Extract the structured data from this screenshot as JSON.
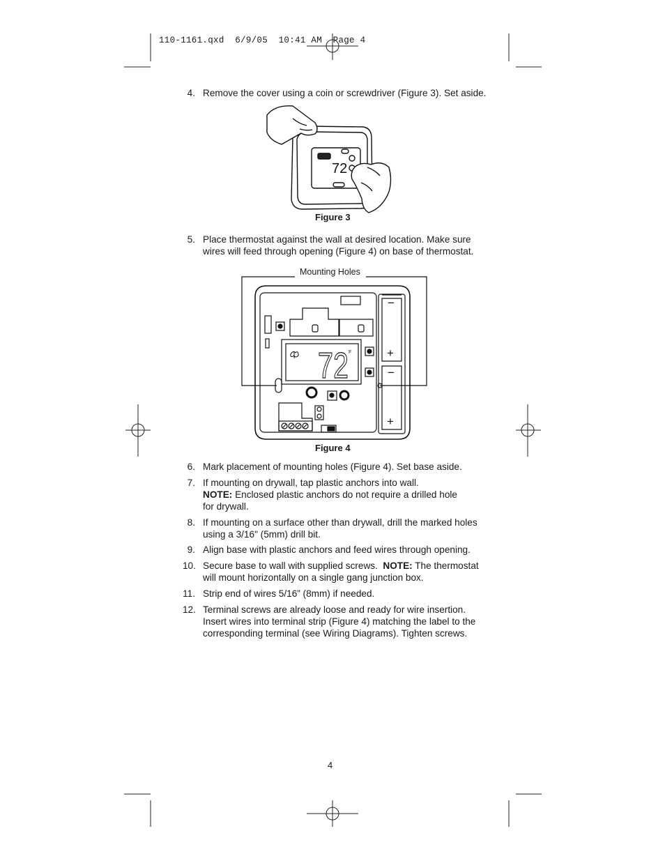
{
  "slug": "110-1161.qxd  6/9/05  10:41 AM  Page 4",
  "steps": [
    {
      "num": "4.",
      "text": "Remove the cover using a coin or screwdriver (Figure 3). Set aside."
    },
    {
      "num": "5.",
      "line1": "Place thermostat against the wall at desired location. Make sure",
      "line2": "wires will feed through opening  (Figure 4) on base of thermostat."
    },
    {
      "num": "6.",
      "text": "Mark placement of mounting holes (Figure 4). Set base aside."
    },
    {
      "num": "7.",
      "line1": "If mounting on drywall, tap plastic anchors into wall.",
      "note_label": "NOTE:",
      "note_text": " Enclosed plastic anchors do not require a drilled hole",
      "line3": "for drywall."
    },
    {
      "num": "8.",
      "line1": "If mounting on a surface other than drywall, drill the marked holes",
      "line2": "using a 3/16\" (5mm) drill bit."
    },
    {
      "num": "9.",
      "text": "Align base with plastic anchors and feed wires through opening."
    },
    {
      "num": "10.",
      "line1_a": "Secure base to wall with supplied screws.  ",
      "note_label": "NOTE:",
      "line1_b": " The thermostat",
      "line2": "will mount horizontally on a single gang junction box."
    },
    {
      "num": "11.",
      "text": "Strip end of wires 5/16” (8mm) if needed."
    },
    {
      "num": "12.",
      "line1": "Terminal screws are already loose and ready for wire insertion.",
      "line2": "Insert wires into terminal strip (Figure 4) matching the label to the",
      "line3": "corresponding terminal (see Wiring Diagrams). Tighten screws."
    }
  ],
  "figure3": {
    "caption": "Figure 3",
    "display": "72"
  },
  "figure4": {
    "caption": "Figure 4",
    "label": "Mounting Holes",
    "display": "72",
    "unit": "F",
    "minus": "−",
    "plus": "+"
  },
  "page_number": "4"
}
